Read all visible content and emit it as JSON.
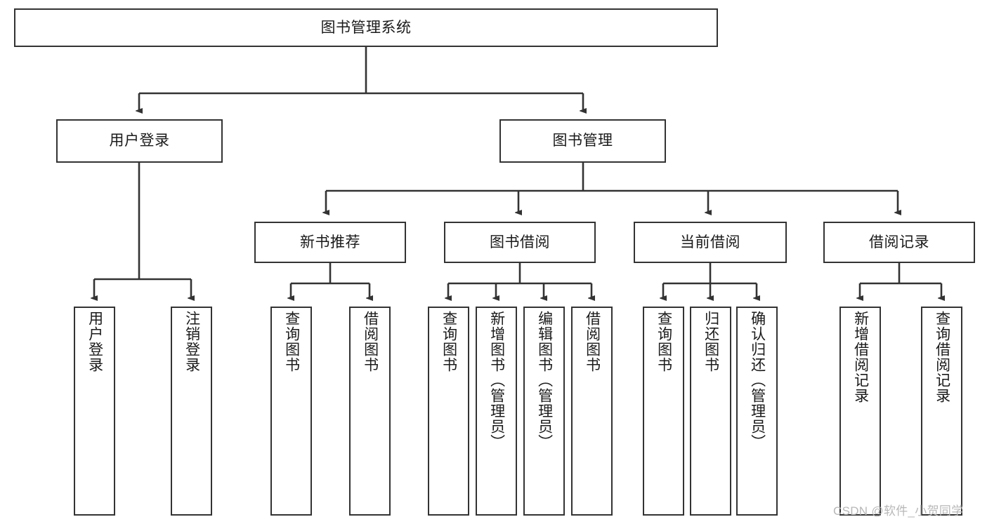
{
  "diagram": {
    "title": "图书管理系统",
    "type": "tree-hierarchy-diagram",
    "colors": {
      "box_border": "#333333",
      "box_fill": "#ffffff",
      "edge": "#333333",
      "text": "#1a1a1a",
      "watermark": "#b8b8b8",
      "background": "#ffffff"
    },
    "nodes": {
      "root": {
        "label": "图书管理系统"
      },
      "level2": [
        {
          "id": "user-login",
          "label": "用户登录"
        },
        {
          "id": "book-management",
          "label": "图书管理"
        }
      ],
      "level3": [
        {
          "id": "new-book-recommend",
          "label": "新书推荐"
        },
        {
          "id": "book-borrow",
          "label": "图书借阅"
        },
        {
          "id": "current-borrow",
          "label": "当前借阅"
        },
        {
          "id": "borrow-record",
          "label": "借阅记录"
        }
      ],
      "leaves": {
        "user_login": [
          {
            "id": "leaf-user-login",
            "label": "用户登录"
          },
          {
            "id": "leaf-logout-login",
            "label": "注销登录"
          }
        ],
        "new_book_recommend": [
          {
            "id": "leaf-query-book-1",
            "label": "查询图书"
          },
          {
            "id": "leaf-borrow-book-1",
            "label": "借阅图书"
          }
        ],
        "book_borrow": [
          {
            "id": "leaf-query-book-2",
            "label": "查询图书"
          },
          {
            "id": "leaf-add-book",
            "label": "新增图书（管理员）"
          },
          {
            "id": "leaf-edit-book",
            "label": "编辑图书（管理员）"
          },
          {
            "id": "leaf-borrow-book-2",
            "label": "借阅图书"
          }
        ],
        "current_borrow": [
          {
            "id": "leaf-query-book-3",
            "label": "查询图书"
          },
          {
            "id": "leaf-return-book",
            "label": "归还图书"
          },
          {
            "id": "leaf-confirm-return",
            "label": "确认归还（管理员）"
          }
        ],
        "borrow_record": [
          {
            "id": "leaf-add-borrow-record",
            "label": "新增借阅记录"
          },
          {
            "id": "leaf-query-borrow-record",
            "label": "查询借阅记录"
          }
        ]
      }
    }
  },
  "watermark": {
    "text": "CSDN @软件_小贺同学"
  }
}
